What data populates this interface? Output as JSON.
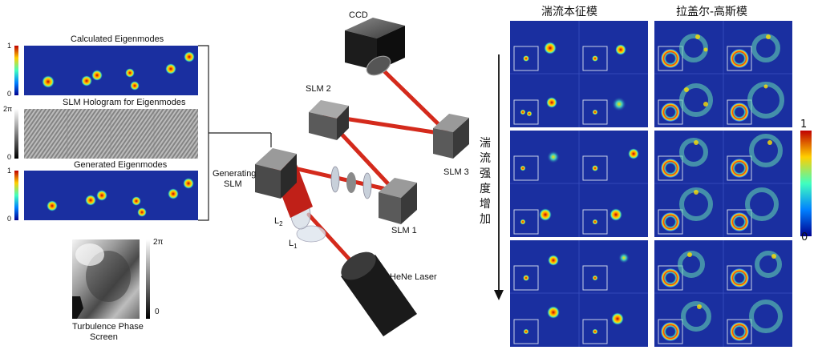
{
  "left": {
    "calculated_title": "Calculated Eigenmodes",
    "hologram_title": "SLM Hologram for Eigenmodes",
    "generated_title": "Generated Eigenmodes",
    "scale_one": "1",
    "scale_zero": "0",
    "two_pi": "2π",
    "zero": "0",
    "phase_label_1": "Turbulence Phase",
    "phase_label_2": "Screen",
    "phase_two_pi": "2π",
    "phase_zero": "0"
  },
  "setup": {
    "ccd": "CCD",
    "slm1": "SLM 1",
    "slm2": "SLM 2",
    "slm3": "SLM 3",
    "generating_1": "Generating",
    "generating_2": "SLM",
    "l2": "L",
    "l2_sub": "2",
    "l1": "L",
    "l1_sub": "1",
    "laser": "HeNe Laser"
  },
  "right": {
    "col1_title": "湍流本征模",
    "col2_title": "拉盖尔-高斯模",
    "arrow_label": [
      "湍",
      "流",
      "强",
      "度",
      "增",
      "加"
    ],
    "colorbar_max": "1",
    "colorbar_min": "0"
  },
  "colors": {
    "beam": "#d42a1c",
    "panel_bg": "#1a2fa0",
    "hot": "#ff2a00"
  }
}
